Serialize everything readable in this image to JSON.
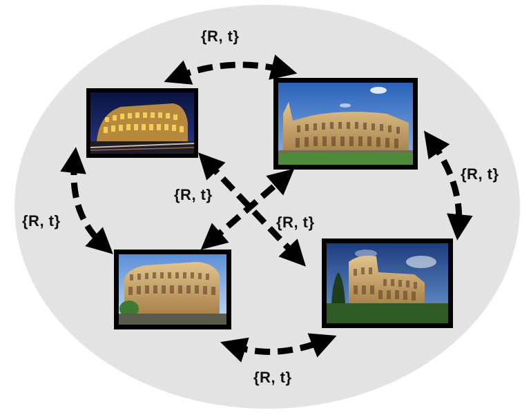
{
  "diagram": {
    "edge_label": "{R, t}",
    "colors": {
      "ellipse": "#e3e3e3",
      "arrow": "#000000",
      "frame": "#000000",
      "sky": "#3a6fc2",
      "night_sky": "#1b2457",
      "stone": "#c7a36a",
      "grass": "#4f8a3a"
    },
    "photos": [
      {
        "name": "colosseum-night-photo"
      },
      {
        "name": "colosseum-day-photo-top-right"
      },
      {
        "name": "colosseum-day-photo-bottom-left"
      },
      {
        "name": "colosseum-sunset-photo-bottom-right"
      }
    ],
    "labels": [
      "{R, t}",
      "{R, t}",
      "{R, t}",
      "{R, t}",
      "{R, t}",
      "{R, t}"
    ]
  }
}
